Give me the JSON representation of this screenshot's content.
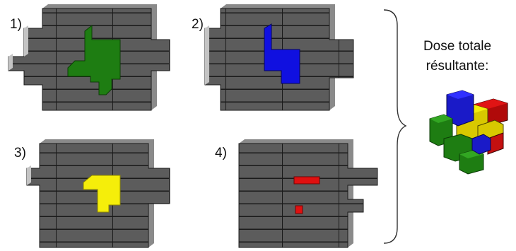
{
  "panels": [
    {
      "label": "1)",
      "dose_color": "#1e7d12"
    },
    {
      "label": "2)",
      "dose_color": "#1010e0"
    },
    {
      "label": "3)",
      "dose_color": "#f5ee0a"
    },
    {
      "label": "4)",
      "dose_color": "#e01010"
    }
  ],
  "result": {
    "line1": "Dose totale",
    "line2": "résultante:"
  },
  "colors": {
    "block_front": "#5c5c5c",
    "block_side": "#8a8a8a",
    "block_light": "#c4c4c4",
    "mortar": "#1a1a1a"
  }
}
